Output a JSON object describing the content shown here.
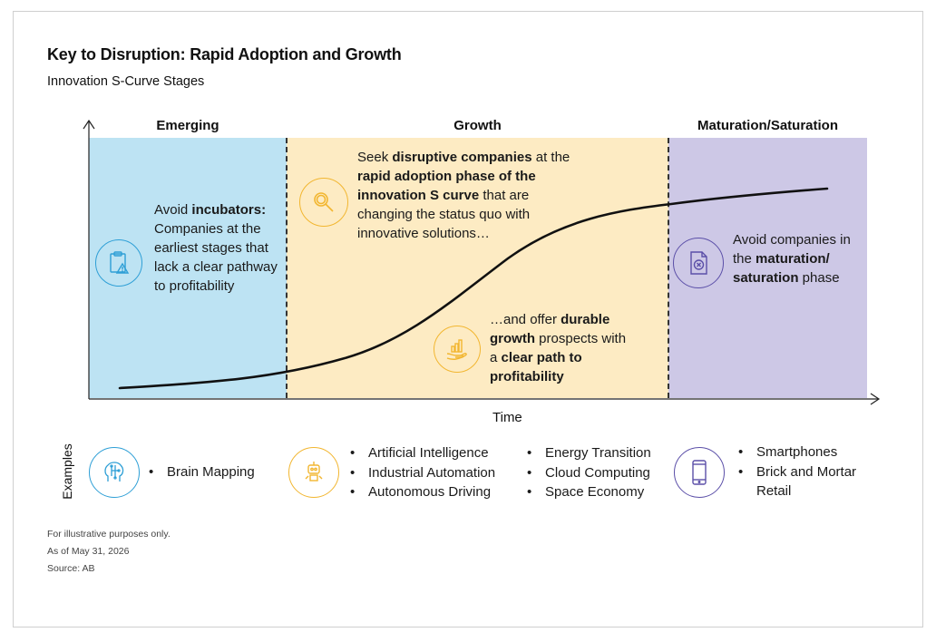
{
  "title": "Key to Disruption: Rapid Adoption and Growth",
  "subtitle": "Innovation S-Curve Stages",
  "x_axis_label": "Time",
  "stages": {
    "emerging": {
      "label": "Emerging",
      "color": "#bde3f3",
      "accent": "#2e9fd6"
    },
    "growth": {
      "label": "Growth",
      "color": "#fdebc3",
      "accent": "#f2b630"
    },
    "maturation": {
      "label": "Maturation/Saturation",
      "color": "#cdc8e6",
      "accent": "#5b4fa8"
    }
  },
  "notes": {
    "emerging": {
      "p1": "Avoid ",
      "b1": "incubators:",
      "p2": " Companies at the earliest stages that lack a clear pathway to profitability"
    },
    "growth_top": {
      "p1": "Seek ",
      "b1": "disruptive companies",
      "p2": " at the ",
      "b2": "rapid adoption phase of the innovation S curve",
      "p3": " that are changing the status quo with innovative solutions…"
    },
    "growth_bottom": {
      "p1": "…and offer ",
      "b1": "durable growth",
      "p2": " prospects with a ",
      "b2": "clear path to profitability"
    },
    "maturation": {
      "p1": "Avoid companies in the ",
      "b1": "maturation/ saturation",
      "p2": " phase"
    }
  },
  "icons": {
    "emerging": "clipboard-warning-icon",
    "growth_top": "magnifier-icon",
    "growth_bottom": "hand-growth-chart-icon",
    "maturation": "document-x-icon",
    "examples_emerging": "brain-circuit-icon",
    "examples_growth": "robot-icon",
    "examples_maturation": "smartphone-icon"
  },
  "examples": {
    "label": "Examples",
    "emerging": [
      "Brain Mapping"
    ],
    "growth_col1": [
      "Artificial Intelligence",
      "Industrial Automation",
      "Autonomous Driving"
    ],
    "growth_col2": [
      "Energy Transition",
      "Cloud Computing",
      "Space Economy"
    ],
    "maturation": [
      "Smartphones",
      "Brick and Mortar Retail"
    ]
  },
  "footnotes": [
    "For illustrative purposes only.",
    "As of May 31, 2026",
    "Source: AB"
  ]
}
